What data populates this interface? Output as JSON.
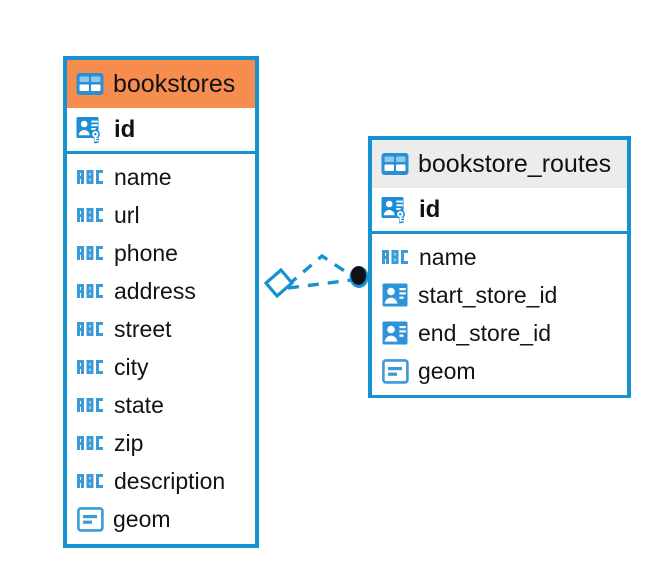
{
  "diagram": {
    "type": "entity-relationship-diagram",
    "background": "#ffffff",
    "accent_color": "#1792d1",
    "highlight_color": "#f78c4f",
    "header_gray": "#ececec"
  },
  "entities": [
    {
      "name": "bookstores",
      "header_style": "orange",
      "icon": "table-icon",
      "primary_key": {
        "label": "id",
        "icon": "primary-key-icon"
      },
      "fields": [
        {
          "label": "name",
          "icon": "abc-text-icon"
        },
        {
          "label": "url",
          "icon": "abc-text-icon"
        },
        {
          "label": "phone",
          "icon": "abc-text-icon"
        },
        {
          "label": "address",
          "icon": "abc-text-icon"
        },
        {
          "label": "street",
          "icon": "abc-text-icon"
        },
        {
          "label": "city",
          "icon": "abc-text-icon"
        },
        {
          "label": "state",
          "icon": "abc-text-icon"
        },
        {
          "label": "zip",
          "icon": "abc-text-icon"
        },
        {
          "label": "description",
          "icon": "abc-text-icon"
        },
        {
          "label": "geom",
          "icon": "geometry-icon"
        }
      ]
    },
    {
      "name": "bookstore_routes",
      "header_style": "gray",
      "icon": "table-icon",
      "primary_key": {
        "label": "id",
        "icon": "primary-key-icon"
      },
      "fields": [
        {
          "label": "name",
          "icon": "abc-text-icon"
        },
        {
          "label": "start_store_id",
          "icon": "foreign-key-icon"
        },
        {
          "label": "end_store_id",
          "icon": "foreign-key-icon"
        },
        {
          "label": "geom",
          "icon": "geometry-icon"
        }
      ]
    }
  ],
  "relationships": [
    {
      "from": "bookstores",
      "to": "bookstore_routes",
      "source_marker": "rhombus",
      "target_marker": "filled-circle",
      "line_style": "dashed",
      "color": "#1792d1"
    },
    {
      "from": "bookstores",
      "to": "bookstore_routes",
      "source_marker": "rhombus",
      "target_marker": "filled-circle",
      "line_style": "dashed",
      "color": "#1792d1"
    }
  ]
}
